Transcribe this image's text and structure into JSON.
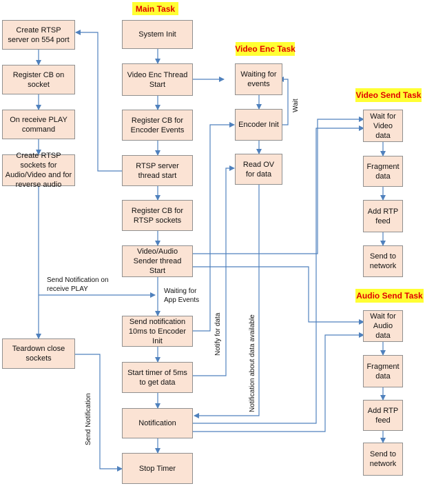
{
  "titles": {
    "main": "Main Task",
    "video_enc": "Video Enc Task",
    "video_send": "Video Send Task",
    "audio_send": "Audio Send Task"
  },
  "rtsp": {
    "create_server": "Create RTSP server on 554 port",
    "register_cb_socket": "Register CB on socket",
    "on_receive_play": "On receive PLAY command",
    "create_sockets": "Create RTSP sockets for Audio/Video and for reverse audio",
    "teardown": "Teardown close sockets"
  },
  "main_task": {
    "system_init": "System Init",
    "video_enc_thread": "Video Enc Thread Start",
    "register_cb_encoder": "Register CB for Encoder Events",
    "rtsp_server_thread": "RTSP server thread start",
    "register_cb_rtsp": "Register CB for RTSP sockets",
    "sender_thread": "Video/Audio Sender thread Start",
    "send_notification": "Send notification 10ms to Encoder Init",
    "start_timer": "Start timer of 5ms to get data",
    "notification": "Notification",
    "stop_timer": "Stop Timer"
  },
  "video_enc": {
    "waiting_events": "Waiting for events",
    "encoder_init": "Encoder Init",
    "read_ov": "Read OV for data"
  },
  "video_send": {
    "wait_data": "Wait for Video data",
    "fragment": "Fragment data",
    "add_rtp": "Add RTP feed",
    "send_network": "Send to network"
  },
  "audio_send": {
    "wait_data": "Wait for Audio data",
    "fragment": "Fragment data",
    "add_rtp": "Add RTP feed",
    "send_network": "Send to network"
  },
  "labels": {
    "send_notification_play": "Send Notification on receive PLAY",
    "waiting_app_events": "Waiting for App Events",
    "wait": "Wait",
    "notify_for_data": "Notify for data",
    "notification_data_available": "Notification about data available",
    "send_notification": "Send Notification"
  },
  "colors": {
    "box_fill": "#fbe3d4",
    "box_border": "#8f8f8f",
    "arrow": "#4f81bd",
    "title_bg": "#ffff33",
    "title_text": "#e00000"
  }
}
